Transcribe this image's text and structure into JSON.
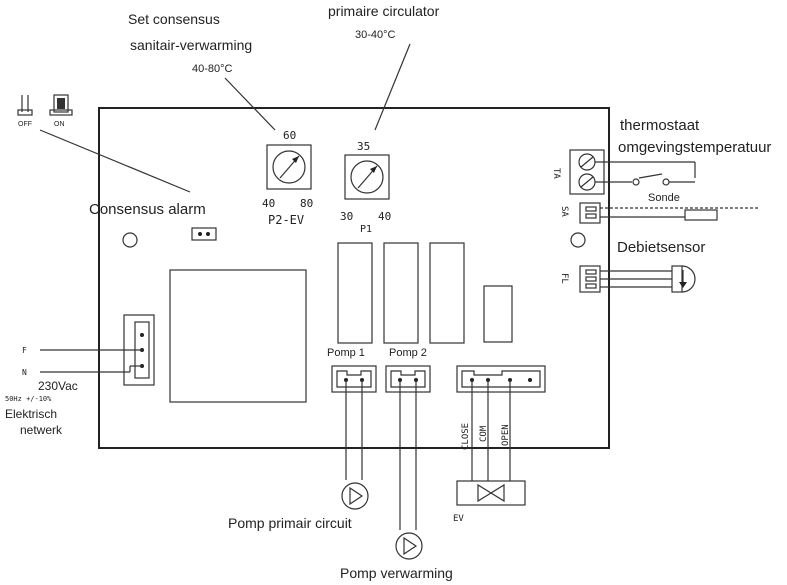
{
  "labels": {
    "set_consensus_1": "Set consensus",
    "set_consensus_2": "sanitair-verwarming",
    "range_sanitair": "40-80°C",
    "primaire_circulator": "primaire circulator",
    "range_primaire": "30-40°C",
    "thermostaat_1": "thermostaat",
    "thermostaat_2": "omgevingstemperatuur",
    "sonde": "Sonde",
    "debietsensor": "Debietsensor",
    "consensus_alarm": "Consensus alarm",
    "off": "OFF",
    "on": "ON",
    "dial1_top": "60",
    "dial1_left": "40",
    "dial1_right": "80",
    "dial1_name": "P2-EV",
    "dial2_top": "35",
    "dial2_left": "30",
    "dial2_right": "40",
    "dial2_name": "P1",
    "ta": "TA",
    "sa": "SA",
    "fl": "FL",
    "f": "F",
    "n": "N",
    "pomp1": "Pomp 1",
    "pomp2": "Pomp 2",
    "voltage": "230Vac",
    "frequency": "50Hz +/-10%",
    "elektrisch_1": "Elektrisch",
    "elektrisch_2": "netwerk",
    "close": "CLOSE",
    "com": "COM",
    "open": "OPEN",
    "ev": "EV",
    "pomp_primair": "Pomp primair circuit",
    "pomp_verwarming": "Pomp verwarming"
  }
}
